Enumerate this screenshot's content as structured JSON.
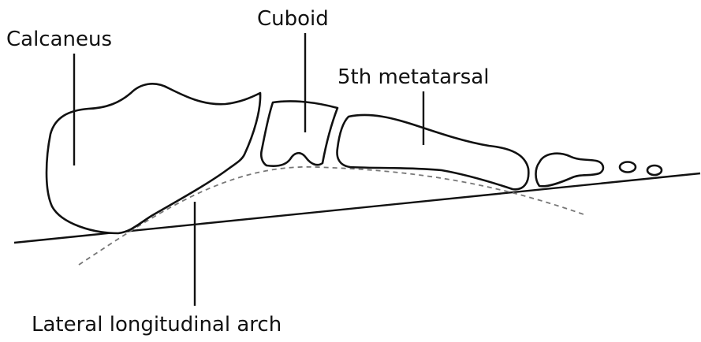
{
  "labels": {
    "calcaneus": "Calcaneus",
    "cuboid": "Cuboid",
    "fifth_metatarsal": "5th metatarsal",
    "lateral_arch": "Lateral longitudinal arch"
  },
  "colors": {
    "outline": "#111111",
    "arch_dashed": "#777777",
    "background": "#ffffff"
  }
}
